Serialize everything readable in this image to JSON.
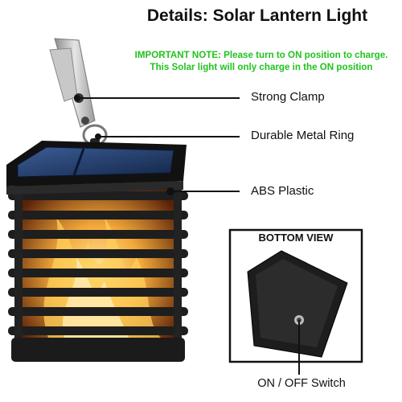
{
  "title": "Details: Solar Lantern Light",
  "note": {
    "line1": "IMPORTANT NOTE: Please turn to ON position to charge.",
    "line2": "This Solar light will only charge in the ON position"
  },
  "callouts": {
    "clamp": "Strong Clamp",
    "ring": "Durable Metal Ring",
    "plastic": "ABS Plastic"
  },
  "bottom_view": {
    "title": "BOTTOM VIEW",
    "switch_label": "ON / OFF Switch"
  },
  "colors": {
    "note": "#22c21f",
    "solar_panel": "#1f3a6b",
    "lantern_body": "#1e1e1e",
    "flame": "#f0a020"
  }
}
